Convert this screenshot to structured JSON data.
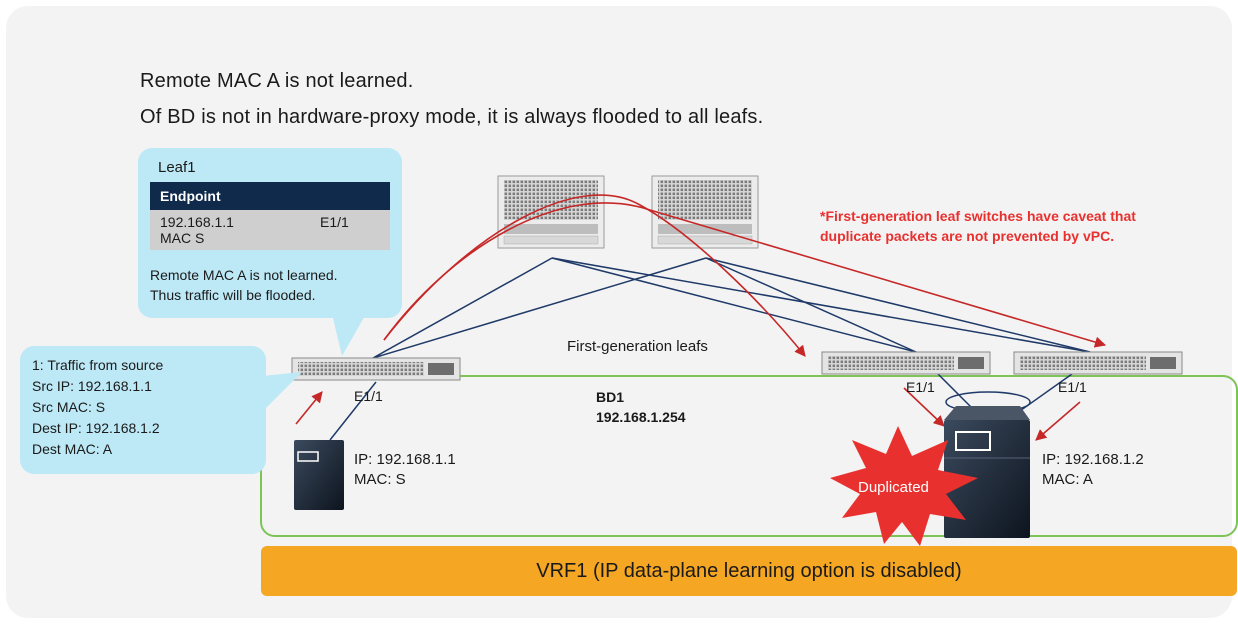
{
  "heading": {
    "line1": "Remote MAC A is not learned.",
    "line2": "Of BD is not in hardware-proxy mode, it is always flooded to all leafs."
  },
  "leaf1_callout": {
    "title": "Leaf1",
    "table": {
      "headers": [
        "Endpoint",
        ""
      ],
      "rows": [
        {
          "endpoint_line1": "192.168.1.1",
          "endpoint_line2": "MAC S",
          "port": "E1/1"
        }
      ]
    },
    "note_line1": "Remote MAC A is not learned.",
    "note_line2": "Thus traffic will be flooded."
  },
  "source_callout": {
    "lines": [
      "1: Traffic from source",
      "Src IP: 192.168.1.1",
      "Src MAC: S",
      "Dest IP:  192.168.1.2",
      "Dest MAC: A"
    ]
  },
  "caveat_note": {
    "line1": "*First-generation leaf switches have caveat that",
    "line2": "duplicate packets are not prevented by vPC."
  },
  "labels": {
    "first_gen_leafs": "First-generation leafs",
    "leaf1_port": "E1/1",
    "leaf2_port": "E1/1",
    "leaf3_port": "E1/1",
    "bd_name": "BD1",
    "bd_gateway": "192.168.1.254",
    "duplicated": "Duplicated"
  },
  "hosts": {
    "source": {
      "ip": "IP: 192.168.1.1",
      "mac": "MAC: S"
    },
    "destination": {
      "ip": "IP: 192.168.1.2",
      "mac": "MAC: A"
    }
  },
  "vrf": {
    "label": "VRF1 (IP data-plane learning option is disabled)"
  },
  "colors": {
    "callout": "#bde9f7",
    "bd_border": "#7cc456",
    "vrf_bar": "#f5a623",
    "flood_arrow": "#c62828",
    "link": "#1f3a68",
    "caveat_text": "#e8312f",
    "duplicated_burst": "#e8312f"
  },
  "icons": [
    "spine-switch-icon",
    "leaf-switch-icon",
    "server-icon",
    "starburst-icon",
    "vpc-ellipse-icon"
  ]
}
